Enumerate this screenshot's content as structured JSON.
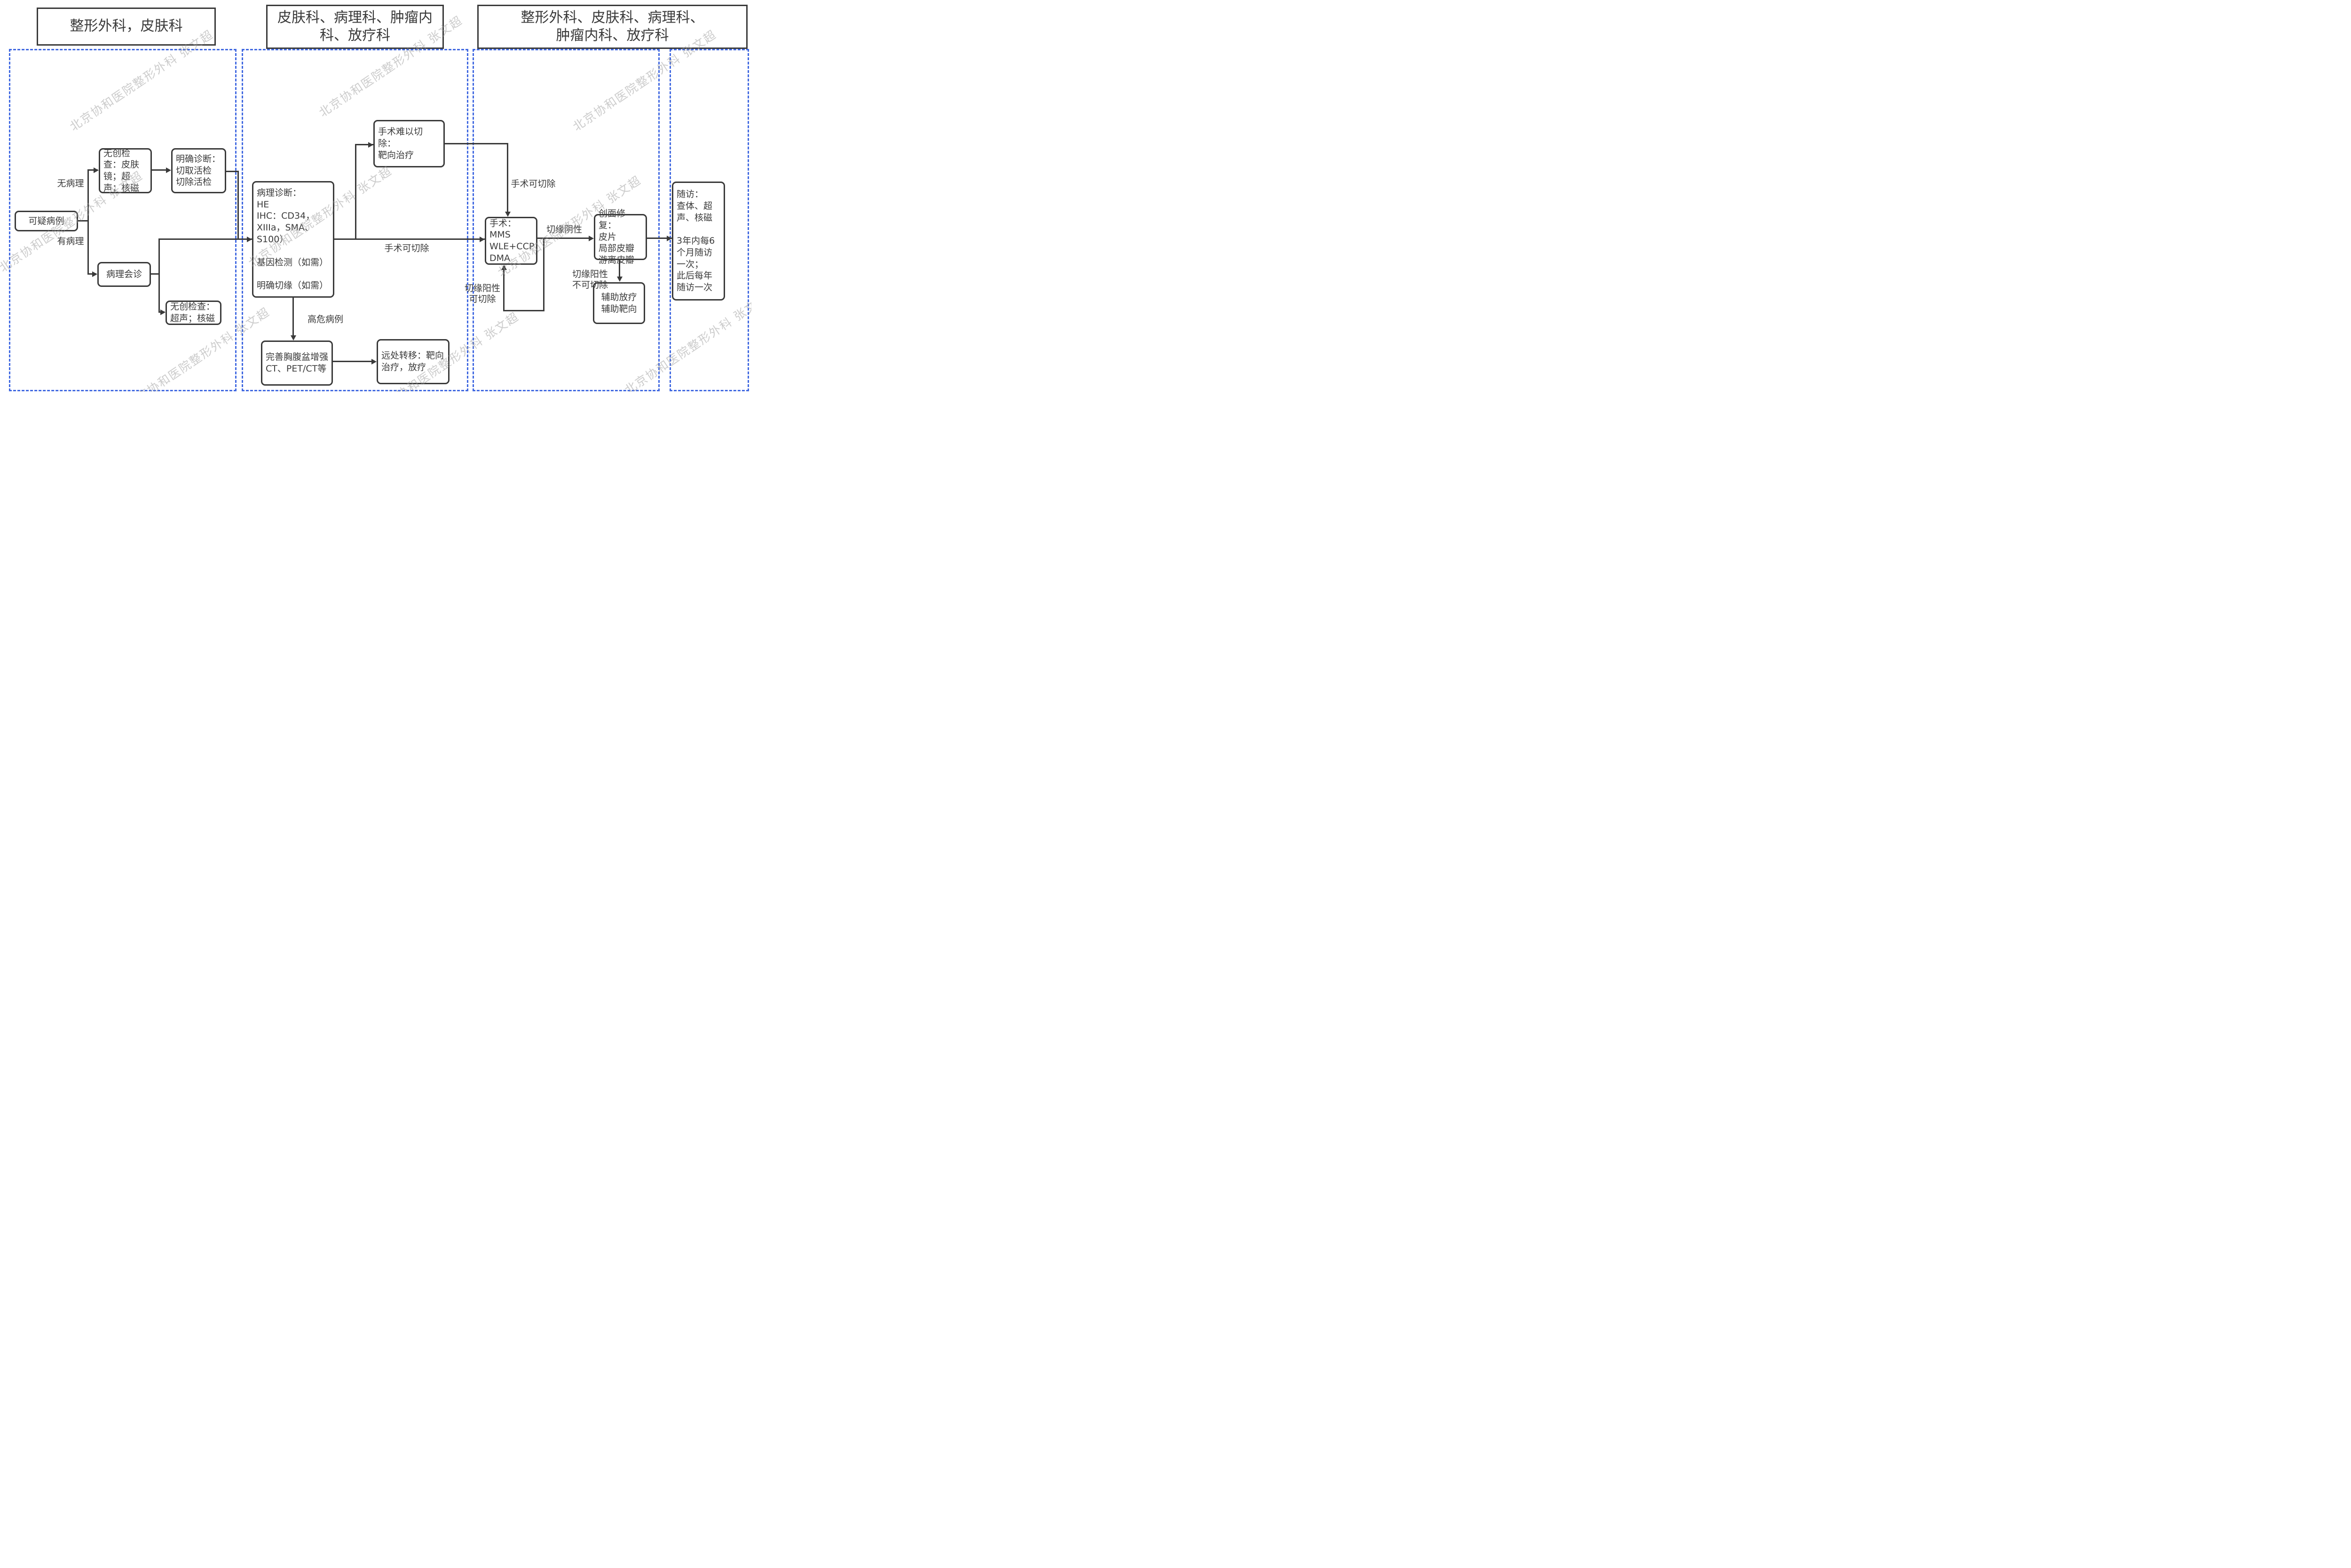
{
  "watermark": {
    "text": "北京协和医院整形外科 张文超"
  },
  "lanes": [
    {
      "title": "整形外科，皮肤科"
    },
    {
      "title": "皮肤科、病理科、肿瘤内\n科、放疗科"
    },
    {
      "title": "整形外科、皮肤科、病理科、\n肿瘤内科、放疗科"
    }
  ],
  "nodes": {
    "suspected": "可疑病例",
    "noninvasive1": "无创检查：皮肤镜；超声；核磁",
    "diagnose": "明确诊断：\n切取活检\n切除活检",
    "pathconsult": "病理会诊",
    "noninvasive2": "无创检查：超声；核磁",
    "pathdx": "病理诊断：\nHE\nIHC：CD34，\nXIIIa，SMA、\nS100）\n\n基因检测（如需）\n\n明确切缘（如需）",
    "unresectable": "手术难以切除：\n靶向治疗",
    "ct": "完善胸腹盆增强\nCT、PET/CT等",
    "mets": "远处转移：靶向\n治疗，放疗",
    "surgery": "手术：\nMMS\nWLE+CCP\nDMA",
    "repair": "创面修复：\n皮片\n局部皮瓣\n游离皮瓣",
    "adjuvant": "辅助放疗\n辅助靶向",
    "followup": "随访：\n查体、超声、核磁\n\n3年内每6个月随访一次；\n此后每年随访一次"
  },
  "edge_labels": {
    "no_path": "无病理",
    "has_path": "有病理",
    "resectable_h": "手术可切除",
    "resectable_v": "手术可切除",
    "high_risk": "高危病例",
    "margin_neg": "切缘阴性",
    "margin_pos_resect": "切缘阳性\n可切除",
    "margin_pos_unresect": "切缘阳性\n不可切除"
  }
}
